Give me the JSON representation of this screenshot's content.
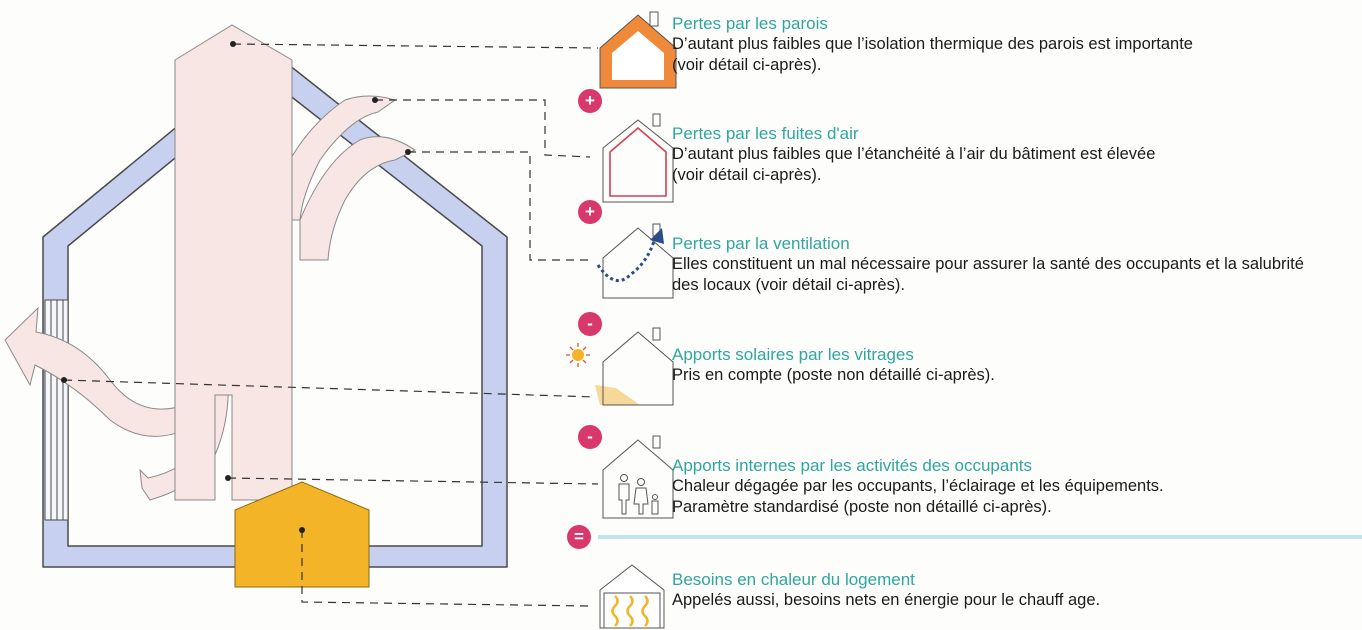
{
  "items": [
    {
      "title": "Pertes par les parois",
      "desc": [
        "D’autant plus faibles que l’isolation thermique des parois est importante",
        "(voir détail ci-après)."
      ]
    },
    {
      "title": "Pertes par les fuites d'air",
      "desc": [
        "D’autant plus faibles que l’étanchéité à l’air du bâtiment est élevée",
        "(voir détail ci-après)."
      ]
    },
    {
      "title": "Pertes par la ventilation",
      "desc": [
        "Elles constituent un mal nécessaire pour assurer la santé des occupants et la salubrité",
        "des locaux (voir détail ci-après)."
      ]
    },
    {
      "title": "Apports solaires par les vitrages",
      "desc": [
        "Pris en compte (poste non détaillé ci-après)."
      ]
    },
    {
      "title": "Apports internes par les activités des occupants",
      "desc": [
        "Chaleur dégagée par les occupants, l’éclairage et les équipements.",
        "Paramètre standardisé (poste non détaillé ci-après)."
      ]
    },
    {
      "title": "Besoins en chaleur du logement",
      "desc": [
        "Appelés aussi, besoins nets en énergie pour le chauff age."
      ]
    }
  ],
  "operators": [
    "+",
    "+",
    "-",
    "-",
    "="
  ],
  "icons": [
    "house-walls-icon",
    "house-air-leak-icon",
    "house-ventilation-icon",
    "house-sun-icon",
    "house-occupants-icon",
    "house-heating-icon"
  ],
  "colors": {
    "teal": "#2fa6a0",
    "operator": "#d8386c",
    "flow": "#f7e6e3",
    "wall": "#c7d0ee",
    "heat": "#f3b428",
    "walls_icon": "#ef8a3a"
  }
}
